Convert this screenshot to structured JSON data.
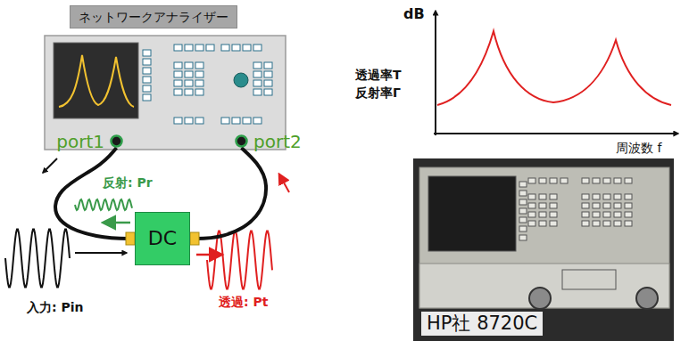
{
  "diagram": {
    "nodes": [
      {
        "text": [
          "ネットワークアナライザー"
        ]
      },
      {
        "text": [
          "port1"
        ]
      },
      {
        "text": [
          "port2"
        ]
      },
      {
        "text": [
          "DC"
        ]
      }
    ],
    "edges": [
      {
        "from": 1,
        "to": 3,
        "arrow": "none"
      },
      {
        "from": 3,
        "to": 2,
        "arrow": "none"
      }
    ],
    "labels": [
      "反射: Pr",
      "入力: Pin",
      "透過: Pt",
      "dB",
      "透過率T",
      "反射率Γ",
      "周波数 f",
      "HP社 8720C"
    ]
  }
}
